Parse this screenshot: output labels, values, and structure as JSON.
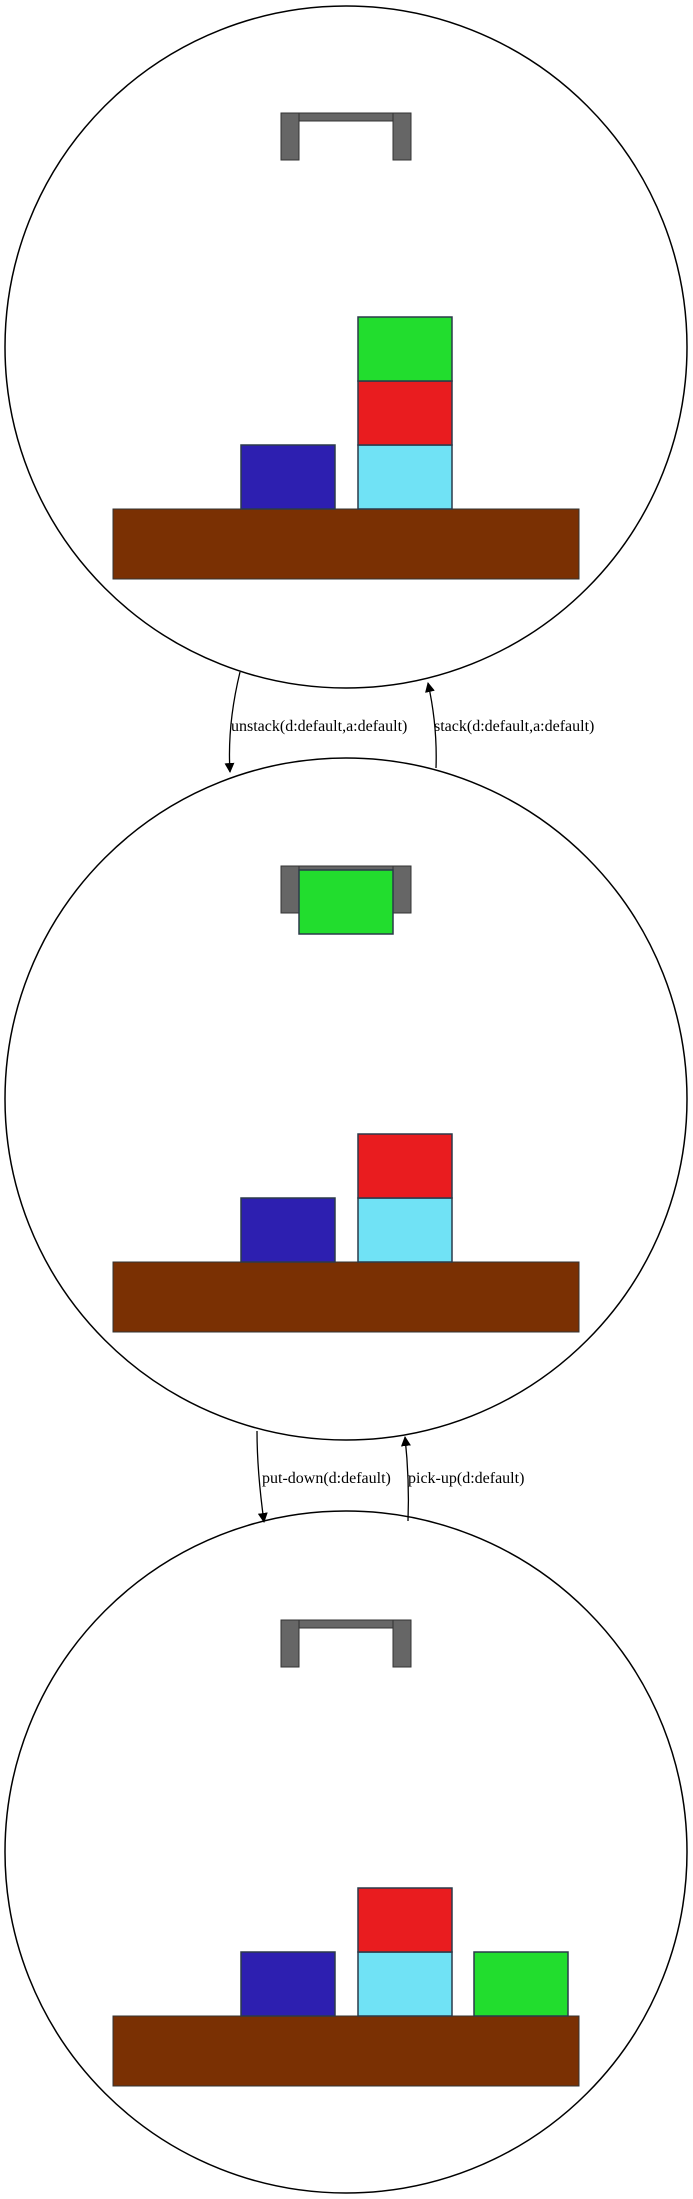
{
  "colors": {
    "background": "#ffffff",
    "state_circle": "#000000",
    "table": "#7a3003",
    "gripper": "#666666",
    "block_outline": "#2b3a4a",
    "blue": "#2d1fb0",
    "cyan": "#70e2f5",
    "red": "#e91c1f",
    "green": "#22dd2e"
  },
  "states": [
    {
      "name": "state-1",
      "gripper": "empty",
      "blocks": [
        {
          "id": "blue-block",
          "color": "blue",
          "stack_col": 0,
          "level": 0
        },
        {
          "id": "cyan-block",
          "color": "cyan",
          "stack_col": 1,
          "level": 0
        },
        {
          "id": "red-block",
          "color": "red",
          "stack_col": 1,
          "level": 1
        },
        {
          "id": "green-block",
          "color": "green",
          "stack_col": 1,
          "level": 2
        }
      ]
    },
    {
      "name": "state-2",
      "gripper": "holding-green",
      "blocks": [
        {
          "id": "blue-block",
          "color": "blue",
          "stack_col": 0,
          "level": 0
        },
        {
          "id": "cyan-block",
          "color": "cyan",
          "stack_col": 1,
          "level": 0
        },
        {
          "id": "red-block",
          "color": "red",
          "stack_col": 1,
          "level": 1
        }
      ]
    },
    {
      "name": "state-3",
      "gripper": "empty",
      "blocks": [
        {
          "id": "blue-block",
          "color": "blue",
          "stack_col": 0,
          "level": 0
        },
        {
          "id": "cyan-block",
          "color": "cyan",
          "stack_col": 1,
          "level": 0
        },
        {
          "id": "red-block",
          "color": "red",
          "stack_col": 1,
          "level": 1
        },
        {
          "id": "green-block",
          "color": "green",
          "stack_col": 2,
          "level": 0
        }
      ]
    }
  ],
  "edges": [
    {
      "label": "unstack(d:default,a:default)",
      "from": "state-1",
      "to": "state-2"
    },
    {
      "label": "stack(d:default,a:default)",
      "from": "state-2",
      "to": "state-1"
    },
    {
      "label": "put-down(d:default)",
      "from": "state-2",
      "to": "state-3"
    },
    {
      "label": "pick-up(d:default)",
      "from": "state-3",
      "to": "state-2"
    }
  ]
}
